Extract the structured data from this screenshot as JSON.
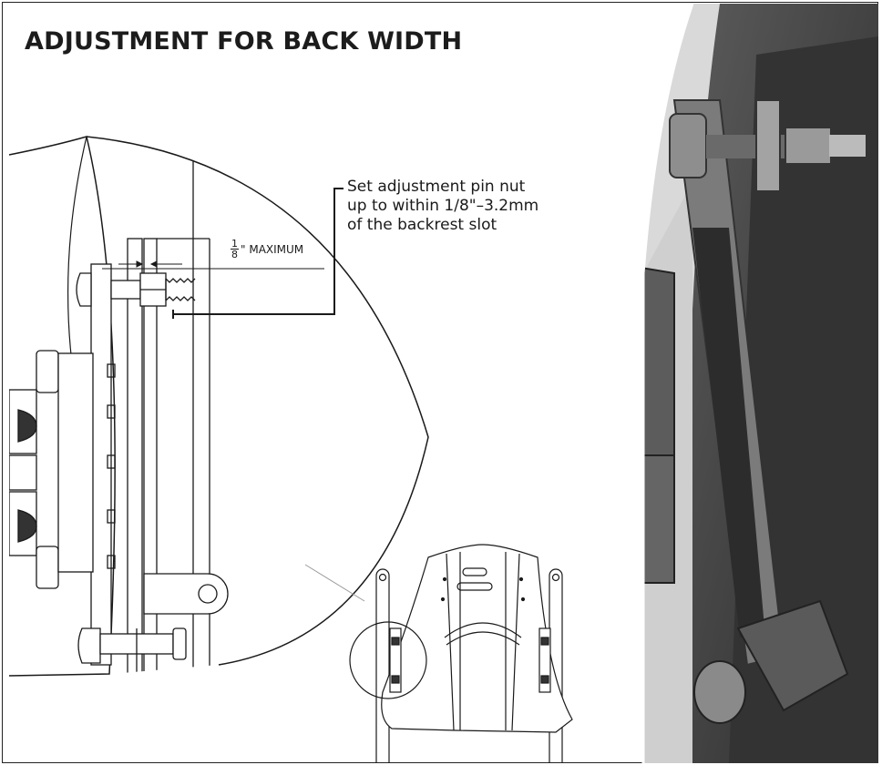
{
  "title": "ADJUSTMENT FOR BACK WIDTH",
  "callout": {
    "lines": [
      "Set adjustment pin nut",
      "up to within 1/8\"–3.2mm",
      "of the backrest slot"
    ]
  },
  "dimension": {
    "numerator": "1",
    "denominator": "8",
    "suffix": "\" MAXIMUM"
  },
  "colors": {
    "line": "#1a1a1a",
    "photo_dark": "#3a3a3a",
    "photo_mid": "#6b6b6b",
    "photo_light": "#bdbdbd"
  }
}
